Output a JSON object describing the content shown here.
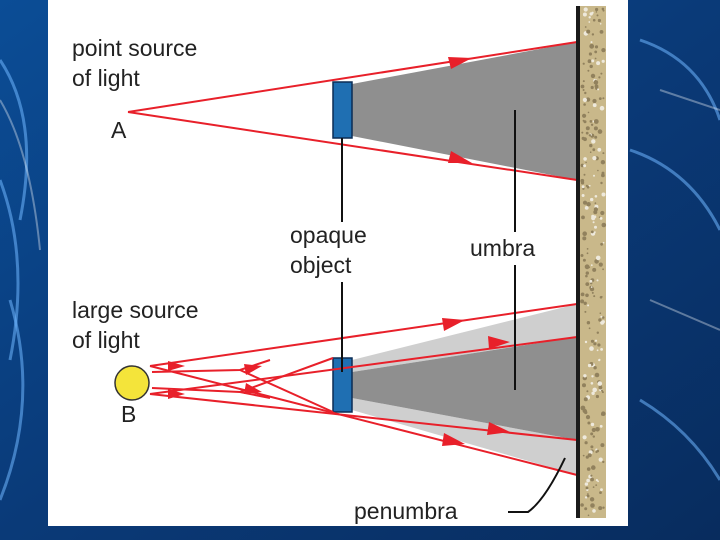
{
  "labels": {
    "point_source": [
      "point source",
      "of light"
    ],
    "point_a": "A",
    "opaque_object": [
      "opaque",
      "object"
    ],
    "umbra": "umbra",
    "large_source": [
      "large source",
      "of light"
    ],
    "point_b": "B",
    "penumbra": "penumbra"
  },
  "colors": {
    "ray": "#e8202a",
    "umbra_fill": "#8f8f8f",
    "penumbra_fill": "#cfcfcf",
    "opaque_object": "#1f6fb2",
    "light_bulb": "#f4e43a",
    "wall": "#c9b88a",
    "slide_background": "#0a3d7a"
  }
}
